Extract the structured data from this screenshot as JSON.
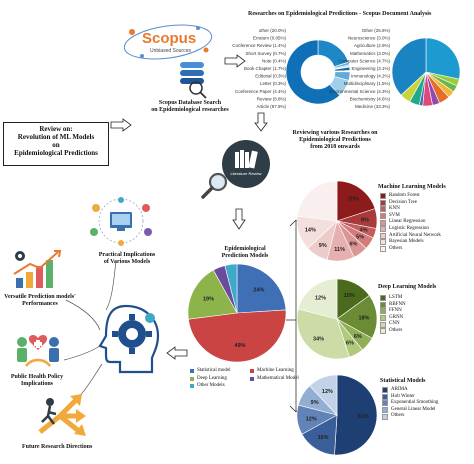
{
  "scopus": {
    "logo_text": "Scopus",
    "logo_tagline": "Unbiased Sources",
    "db_caption_1": "Scopus Database Search",
    "db_caption_2": "on Epidemiological researches"
  },
  "analysis": {
    "title": "Researches on Epidemiological Predictions - Scopus Document Analysis",
    "donut_labels": [
      "other (20.0%)",
      "Erratum (0.05%)",
      "Conference Review (1.4%)",
      "Short Survey (0.7%)",
      "Note (0.4%)",
      "Book Chapter (1.7%)",
      "Editorial (0.3%)",
      "Letter (0.3%)",
      "Conference Paper (4.4%)",
      "Review (8.8%)",
      "Article (87.8%)"
    ],
    "pie_labels": [
      "Other (25.6%)",
      "Neuroscience (3.0%)",
      "Agriculture (2.9%)",
      "Mathematics (3.0%)",
      "Computer Science (4.7%)",
      "Engineering (3.1%)",
      "Immunology (4.2%)",
      "Multidisciplinary (1.5%)",
      "Environmental Science (4.3%)",
      "Biochemistry (4.6%)",
      "Medicine (33.3%)"
    ]
  },
  "review_box": {
    "line1": "Review on:",
    "line2": "Revolution of ML Models",
    "line3": "on",
    "line4": "Epidemiological Predictions"
  },
  "reviewing": {
    "line1": "Reviewing various Researches on",
    "line2": "Epidemiological Predictions",
    "line3": "from 2018 onwards",
    "book_label": "Literature Review"
  },
  "center_pie": {
    "title_1": "Epidemiological",
    "title_2": "Prediction Models",
    "legend": [
      "Statistical model",
      "Machine Learning",
      "Deep Learning",
      "Mathematical Model",
      "Other Models"
    ],
    "colors": [
      "#3f6fb5",
      "#c94442",
      "#8cb44a",
      "#6b4b9b",
      "#3fa9c9"
    ]
  },
  "chart_data": [
    {
      "type": "pie",
      "title": "Epidemiological Prediction Models",
      "categories": [
        "Statistical model",
        "Machine Learning",
        "Deep Learning",
        "Mathematical Model",
        "Other Models"
      ],
      "values": [
        24,
        49,
        19,
        4,
        4
      ],
      "labels": [
        "24%",
        "49%",
        "19%",
        "",
        ""
      ]
    },
    {
      "type": "pie",
      "title": "Machine Learning Models",
      "categories": [
        "Random Forest",
        "Decision Tree",
        "KNN",
        "SVM",
        "Linear Regression",
        "Logistic Regression",
        "Artificial Neural Network",
        "Bayesian Models",
        "Others"
      ],
      "values": [
        20,
        8,
        4,
        5,
        6,
        11,
        9,
        14,
        23
      ],
      "labels": [
        "20%",
        "8%",
        "4%",
        "5%",
        "6%",
        "11%",
        "9%",
        "14%",
        ""
      ]
    },
    {
      "type": "pie",
      "title": "Deep Learning Models",
      "categories": [
        "LSTM",
        "RBFNN",
        "FFNN",
        "GRNN",
        "CNN",
        "Others"
      ],
      "values": [
        15,
        18,
        6,
        6,
        34,
        21
      ],
      "labels": [
        "15%",
        "18%",
        "6%",
        "6%",
        "34%",
        "12%"
      ]
    },
    {
      "type": "pie",
      "title": "Statistical Models",
      "categories": [
        "ARIMA",
        "Holt Winter",
        "Exponential Smoothing",
        "General Linear Model",
        "Others"
      ],
      "values": [
        51,
        16,
        12,
        9,
        12
      ],
      "labels": [
        "51%",
        "16%",
        "12%",
        "9%",
        "12%"
      ]
    }
  ],
  "ml_legend_colors": [
    "#8e1b1b",
    "#a83a3a",
    "#c45d5d",
    "#d37b7b",
    "#dc9595",
    "#e6b0b0",
    "#eecbcb",
    "#f4dfdf",
    "#f9efef"
  ],
  "dl_legend_colors": [
    "#4b6a1e",
    "#6b8c34",
    "#8fae55",
    "#b0c97c",
    "#cddca7",
    "#e5edd2"
  ],
  "st_legend_colors": [
    "#1e3f73",
    "#3a5f98",
    "#6283b6",
    "#93aed3",
    "#c2d2e8"
  ],
  "left_panel": {
    "practical_1": "Practical Implications",
    "practical_2": "of Various Models",
    "versatile_1": "Versatile Prediction models'",
    "versatile_2": "Performances",
    "policy_1": "Public Health Policy",
    "policy_2": "Implications",
    "future": "Future Research Directions"
  }
}
